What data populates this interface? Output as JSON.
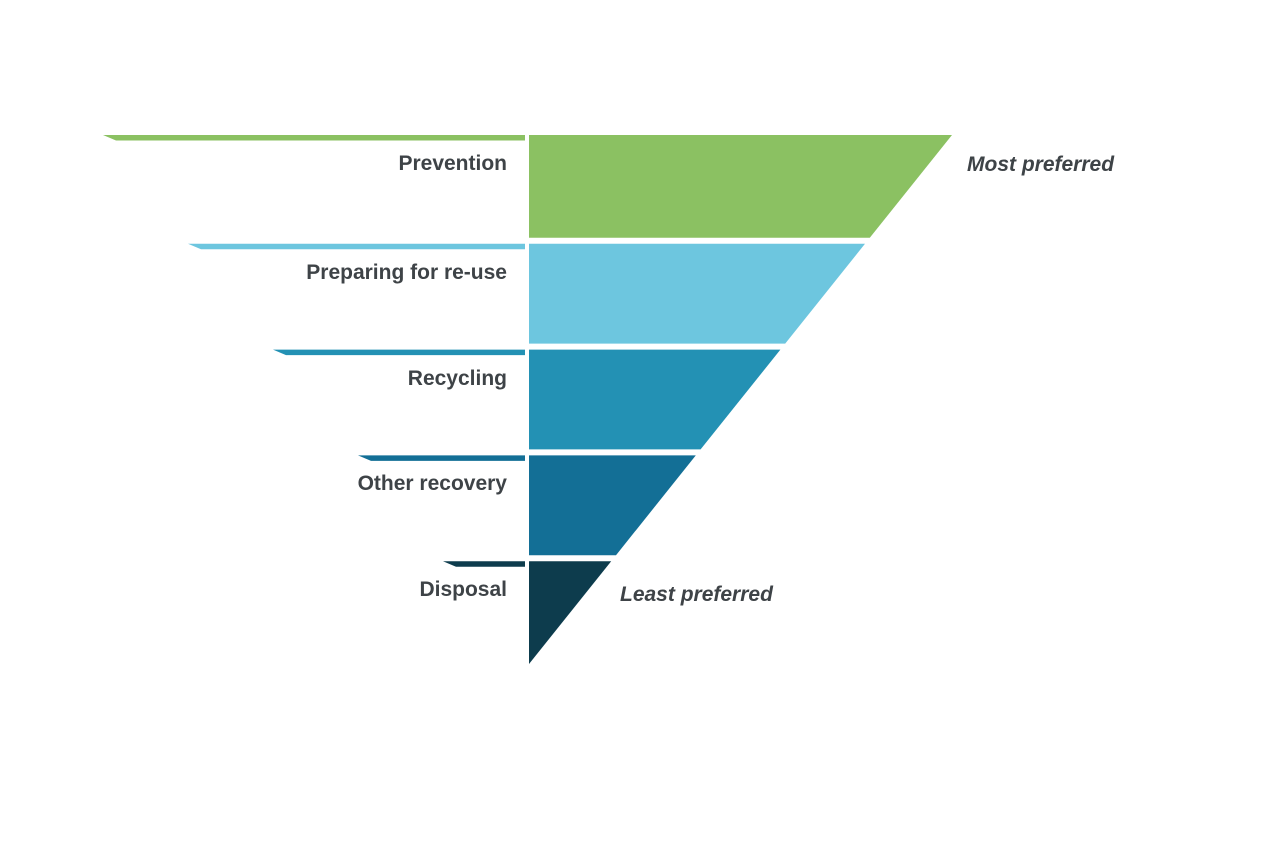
{
  "diagram": {
    "levels": [
      {
        "id": "prevention",
        "label": "Prevention",
        "color": "#8bc162"
      },
      {
        "id": "preparing-for-re-use",
        "label": "Preparing for re-use",
        "color": "#6dc6df"
      },
      {
        "id": "recycling",
        "label": "Recycling",
        "color": "#2391b4"
      },
      {
        "id": "other-recovery",
        "label": "Other recovery",
        "color": "#136f96"
      },
      {
        "id": "disposal",
        "label": "Disposal",
        "color": "#0d3c4d"
      }
    ],
    "annotations": {
      "most": "Most preferred",
      "least": "Least preferred"
    },
    "text_color": "#3e4347",
    "background_color": "#ffffff"
  }
}
